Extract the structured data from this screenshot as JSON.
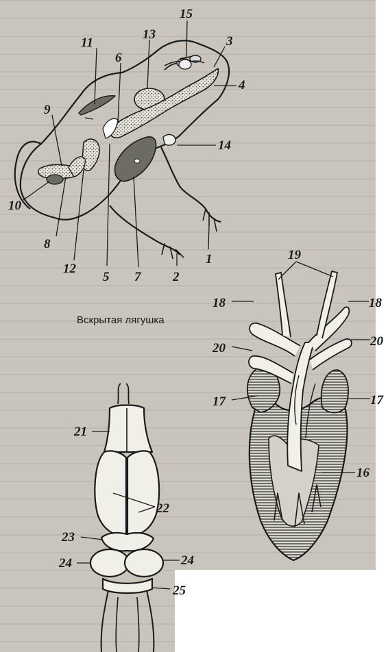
{
  "caption": "Вскрытая лягушка",
  "labels": {
    "l1": "1",
    "l2": "2",
    "l3": "3",
    "l4": "4",
    "l5": "5",
    "l6": "6",
    "l7": "7",
    "l8": "8",
    "l9": "9",
    "l10": "10",
    "l11": "11",
    "l12": "12",
    "l13": "13",
    "l14": "14",
    "l15": "15",
    "l16": "16",
    "l17": "17",
    "l18": "18",
    "l19": "19",
    "l20": "20",
    "l21": "21",
    "l22": "22",
    "l23": "23",
    "l24": "24",
    "l25": "25"
  },
  "colors": {
    "paper": "#c9c5bc",
    "ink": "#1a1a1a",
    "organ_fill": "#6e6a64"
  }
}
